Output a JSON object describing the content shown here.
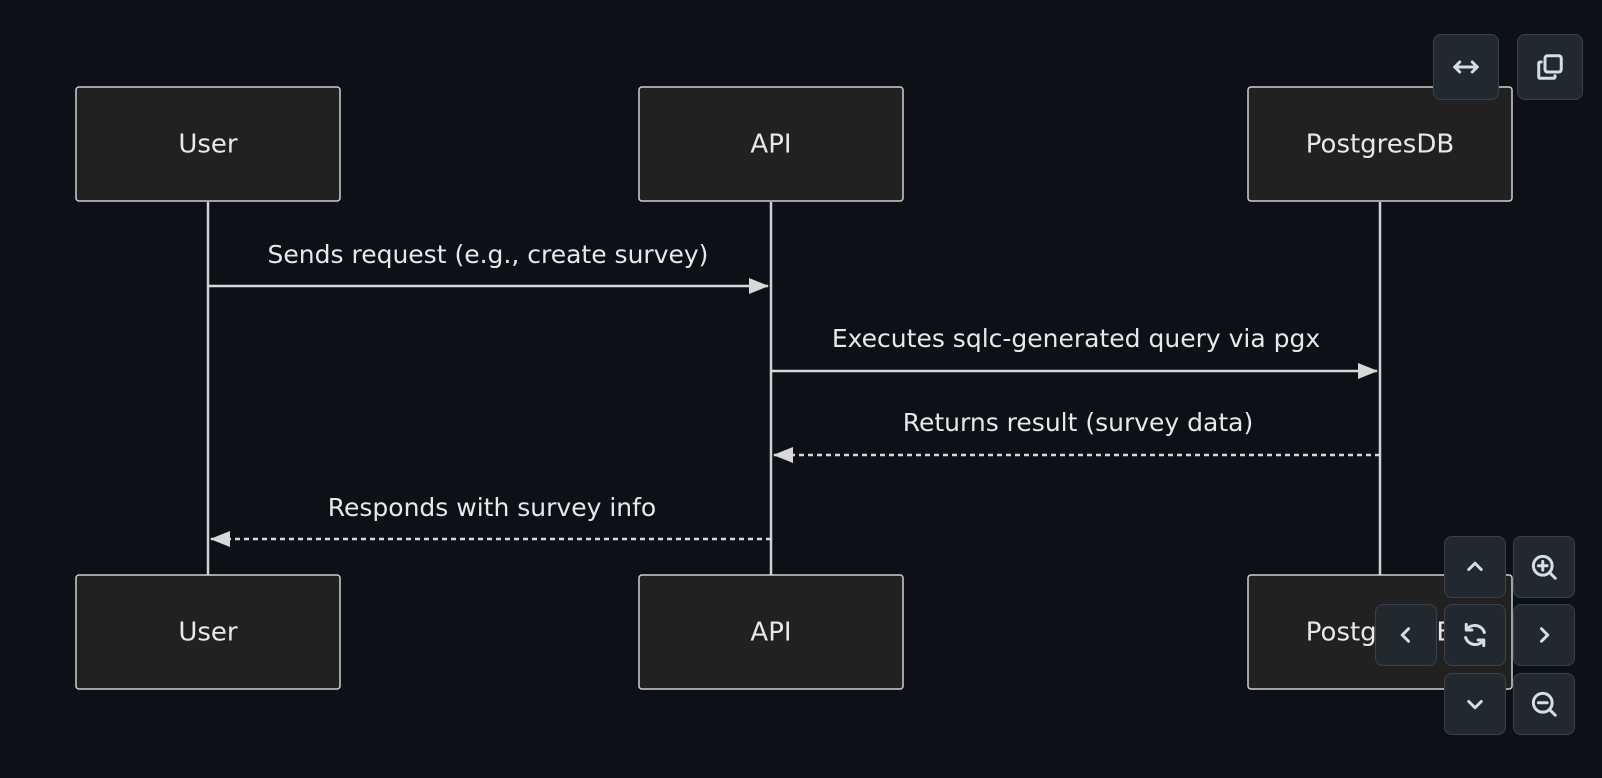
{
  "diagram": {
    "participants": [
      {
        "id": "user",
        "label": "User"
      },
      {
        "id": "api",
        "label": "API"
      },
      {
        "id": "db",
        "label": "PostgresDB"
      }
    ],
    "messages": [
      {
        "from": "user",
        "to": "api",
        "label": "Sends request (e.g., create survey)",
        "style": "solid"
      },
      {
        "from": "api",
        "to": "db",
        "label": "Executes sqlc-generated query via pgx",
        "style": "solid"
      },
      {
        "from": "db",
        "to": "api",
        "label": "Returns result (survey data)",
        "style": "dashed"
      },
      {
        "from": "api",
        "to": "user",
        "label": "Responds with survey info",
        "style": "dashed"
      }
    ]
  },
  "toolbar": {
    "buttons": [
      {
        "name": "expand-width-button",
        "icon": "arrows-horizontal-icon"
      },
      {
        "name": "copy-button",
        "icon": "copy-icon"
      }
    ]
  },
  "navigation": {
    "buttons": [
      {
        "name": "pan-up-button",
        "icon": "chevron-up-icon"
      },
      {
        "name": "zoom-in-button",
        "icon": "zoom-in-icon"
      },
      {
        "name": "pan-left-button",
        "icon": "chevron-left-icon"
      },
      {
        "name": "reset-view-button",
        "icon": "refresh-icon"
      },
      {
        "name": "pan-right-button",
        "icon": "chevron-right-icon"
      },
      {
        "name": "pan-down-button",
        "icon": "chevron-down-icon"
      },
      {
        "name": "zoom-out-button",
        "icon": "zoom-out-icon"
      }
    ]
  },
  "colors": {
    "background": "#0d1117",
    "box_fill": "#212121",
    "box_stroke": "#cfcfcf",
    "line": "#d8d8d8",
    "button_fill": "#212830",
    "button_border": "#3a424c"
  }
}
